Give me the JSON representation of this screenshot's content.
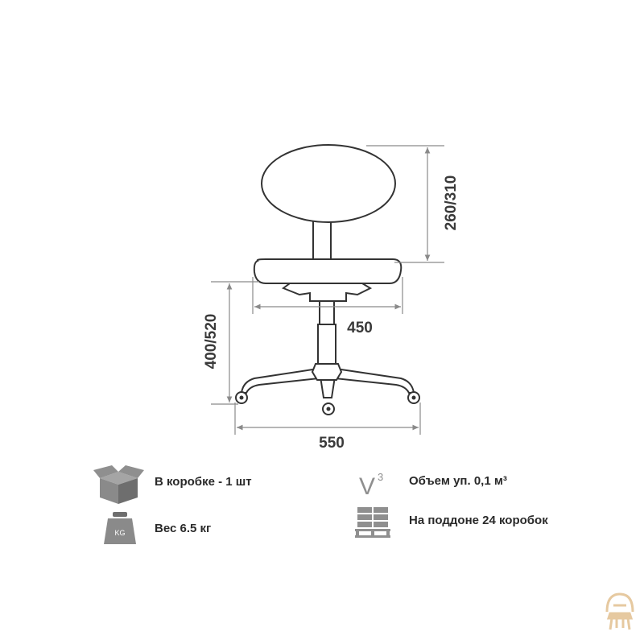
{
  "dimensions": {
    "backrest_height": "260/310",
    "seat_height": "400/520",
    "seat_width": "450",
    "base_width": "550"
  },
  "specs": [
    {
      "icon": "box-icon",
      "text": "В коробке - 1 шт"
    },
    {
      "icon": "volume-icon",
      "icon_text": "V",
      "icon_sup": "3",
      "text": "Объем уп. 0,1 м³"
    },
    {
      "icon": "weight-icon",
      "icon_text": "KG",
      "text": "Вес 6.5 кг"
    },
    {
      "icon": "pallet-icon",
      "text": "На поддоне 24 коробок"
    }
  ],
  "colors": {
    "outline": "#333333",
    "dimension_lines": "#8a8a8a",
    "icon_gray": "#8f8f8f",
    "watermark": "#e6c9a0"
  }
}
